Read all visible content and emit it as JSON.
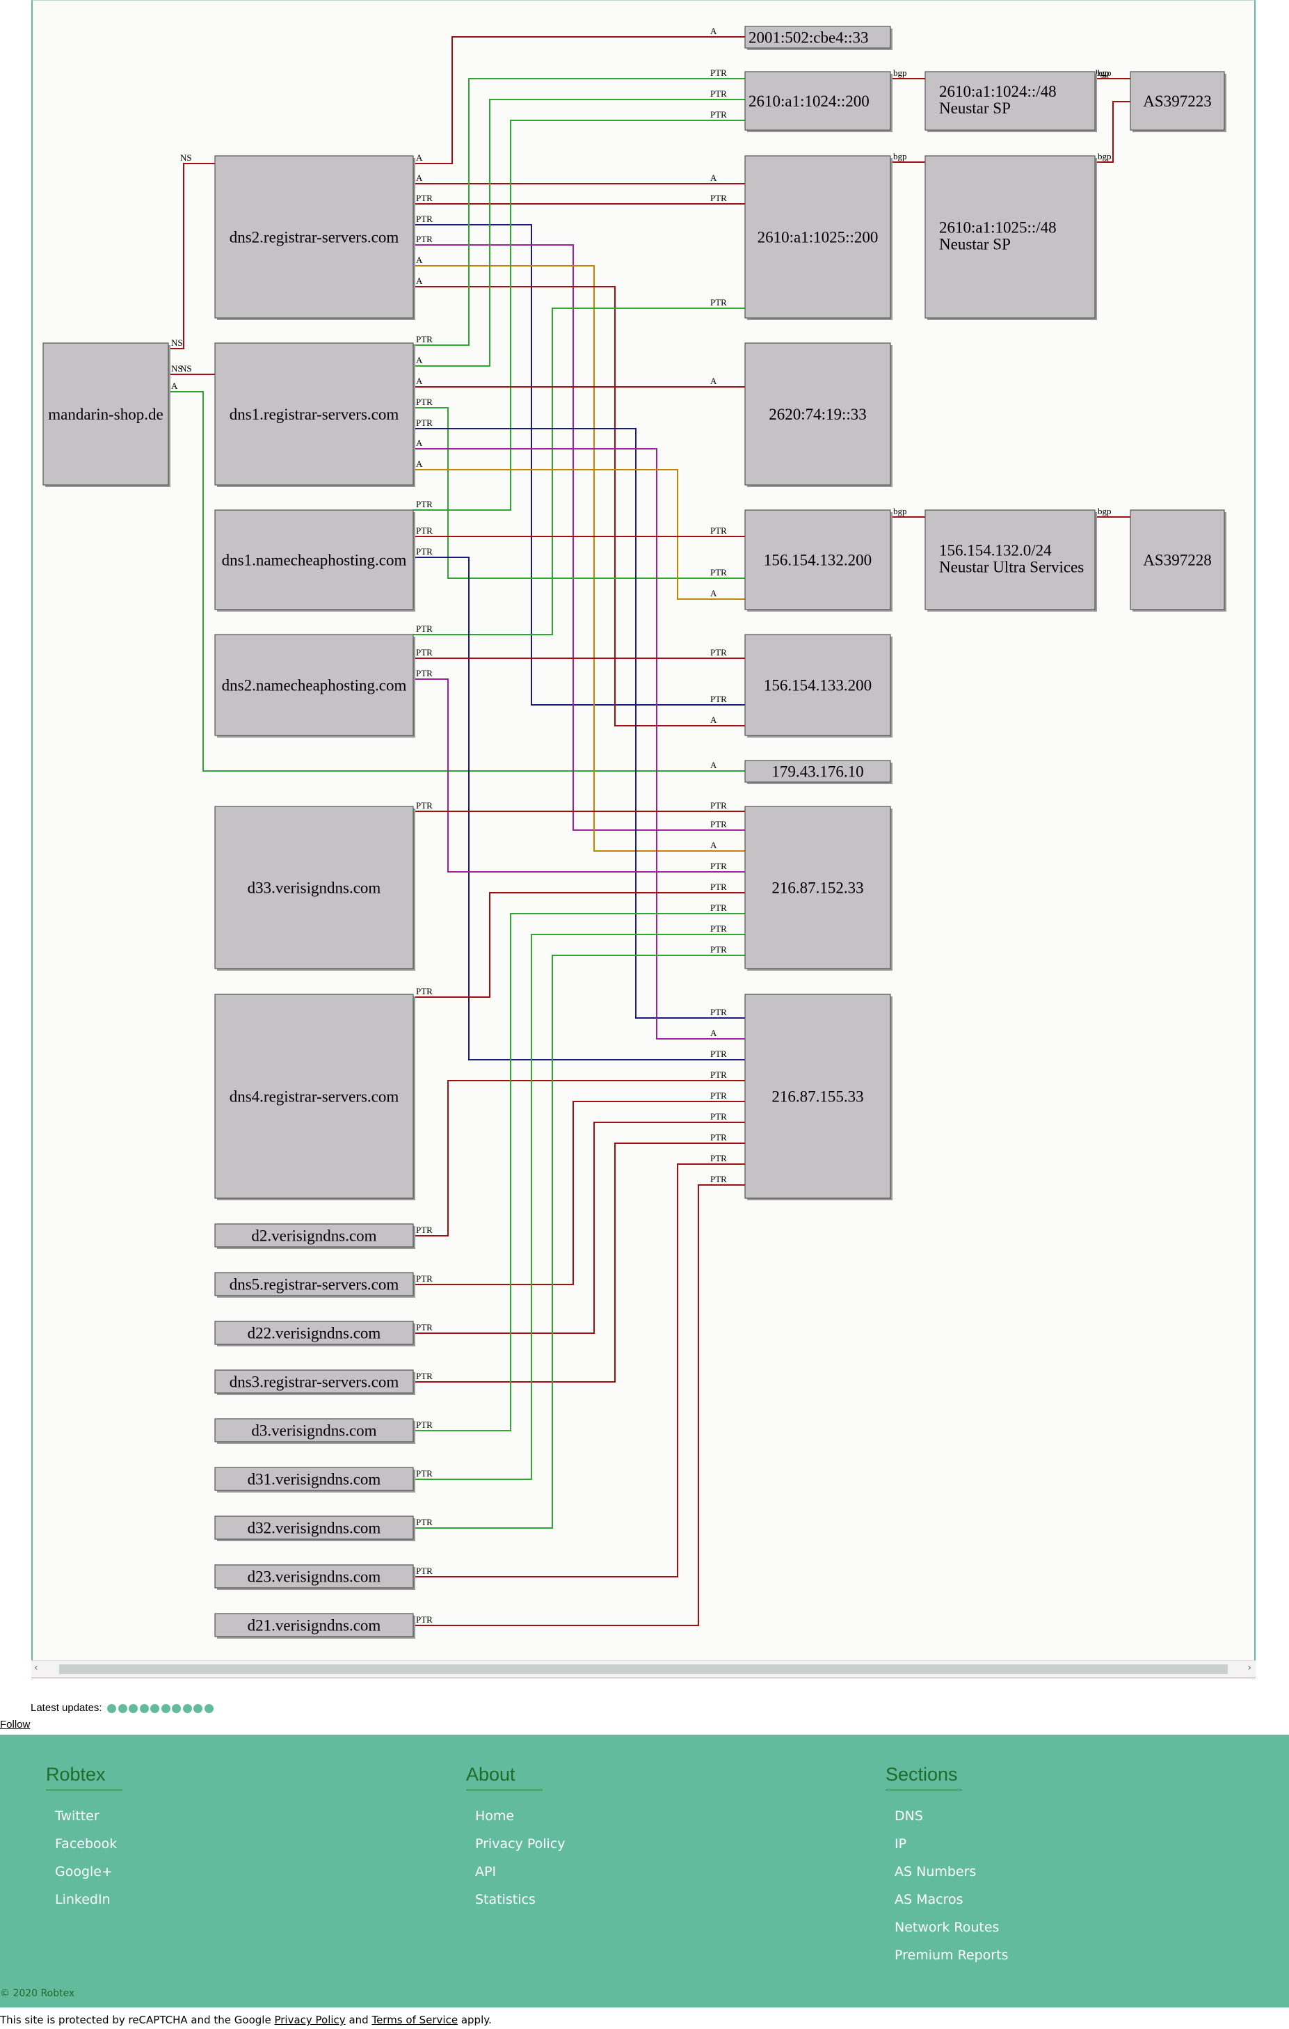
{
  "graph": {
    "nodes": {
      "mandarin": "mandarin-shop.de",
      "dns2rs": "dns2.registrar-servers.com",
      "dns1rs": "dns1.registrar-servers.com",
      "dns1nc": "dns1.namecheaphosting.com",
      "dns2nc": "dns2.namecheaphosting.com",
      "d33": "d33.verisigndns.com",
      "dns4rs": "dns4.registrar-servers.com",
      "d2": "d2.verisigndns.com",
      "dns5rs": "dns5.registrar-servers.com",
      "d22": "d22.verisigndns.com",
      "dns3rs": "dns3.registrar-servers.com",
      "d3": "d3.verisigndns.com",
      "d31": "d31.verisigndns.com",
      "d32": "d32.verisigndns.com",
      "d23": "d23.verisigndns.com",
      "d21": "d21.verisigndns.com",
      "ip2001": "2001:502:cbe4::33",
      "ip2610_1024": "2610:a1:1024::200",
      "ip2610_1025": "2610:a1:1025::200",
      "ip2620": "2620:74:19::33",
      "ip156_132": "156.154.132.200",
      "ip156_133": "156.154.133.200",
      "ip179": "179.43.176.10",
      "ip216_152": "216.87.152.33",
      "ip216_155": "216.87.155.33",
      "net1024": [
        "2610:a1:1024::/48",
        "Neustar SP"
      ],
      "net1025": [
        "2610:a1:1025::/48",
        "Neustar SP"
      ],
      "net156": [
        "156.154.132.0/24",
        "Neustar Ultra Services"
      ],
      "as397223": "AS397223",
      "as397228": "AS397228"
    },
    "relations": {
      "ns": "NS",
      "a": "A",
      "ptr": "PTR",
      "bgp": "bgp"
    },
    "colors": {
      "dark-red": "#a30f0f",
      "green": "#2fa82f",
      "navy": "#1a1a78",
      "magenta": "#a020a0",
      "orange": "#c08600",
      "node-fill": "#c4c2c4",
      "node-stroke": "#555555"
    }
  },
  "status": {
    "latest_label": "Latest updates:",
    "follow_label": "Follow"
  },
  "footer": {
    "cols": [
      {
        "title": "Robtex",
        "items": [
          "Twitter",
          "Facebook",
          "Google+",
          "LinkedIn"
        ]
      },
      {
        "title": "About",
        "items": [
          "Home",
          "Privacy Policy",
          "API",
          "Statistics"
        ]
      },
      {
        "title": "Sections",
        "items": [
          "DNS",
          "IP",
          "AS Numbers",
          "AS Macros",
          "Network Routes",
          "Premium Reports"
        ]
      }
    ],
    "copyright": "© 2020 Robtex",
    "recaptcha": {
      "prefix": "This site is protected by reCAPTCHA and the Google ",
      "privacy": "Privacy Policy",
      "mid": " and ",
      "terms": "Terms of Service",
      "suffix": " apply."
    }
  }
}
